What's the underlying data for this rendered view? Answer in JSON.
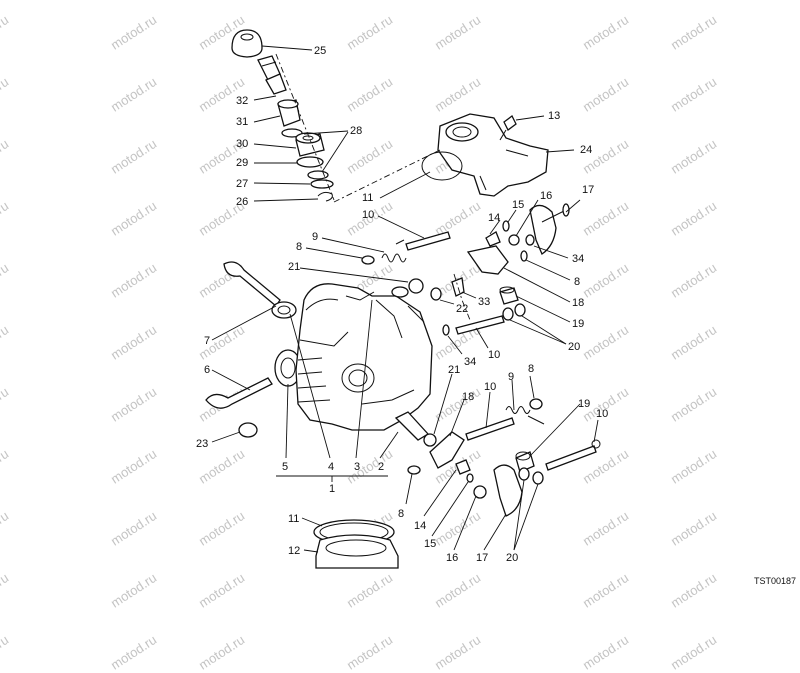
{
  "watermark": "motod.ru",
  "reference_code": "TST00187",
  "callouts": [
    {
      "id": "c25",
      "text": "25"
    },
    {
      "id": "c32",
      "text": "32"
    },
    {
      "id": "c31",
      "text": "31"
    },
    {
      "id": "c30",
      "text": "30"
    },
    {
      "id": "c29",
      "text": "29"
    },
    {
      "id": "c27",
      "text": "27"
    },
    {
      "id": "c26",
      "text": "26"
    },
    {
      "id": "c28",
      "text": "28"
    },
    {
      "id": "c13",
      "text": "13"
    },
    {
      "id": "c24",
      "text": "24"
    },
    {
      "id": "c11a",
      "text": "11"
    },
    {
      "id": "c10a",
      "text": "10"
    },
    {
      "id": "c9a",
      "text": "9"
    },
    {
      "id": "c8a",
      "text": "8"
    },
    {
      "id": "c21a",
      "text": "21"
    },
    {
      "id": "c14a",
      "text": "14"
    },
    {
      "id": "c15a",
      "text": "15"
    },
    {
      "id": "c16a",
      "text": "16"
    },
    {
      "id": "c17a",
      "text": "17"
    },
    {
      "id": "c34a",
      "text": "34"
    },
    {
      "id": "c8b",
      "text": "8"
    },
    {
      "id": "c18a",
      "text": "18"
    },
    {
      "id": "c19a",
      "text": "19"
    },
    {
      "id": "c20a",
      "text": "20"
    },
    {
      "id": "c22",
      "text": "22"
    },
    {
      "id": "c33",
      "text": "33"
    },
    {
      "id": "c10b",
      "text": "10"
    },
    {
      "id": "c34b",
      "text": "34"
    },
    {
      "id": "c7",
      "text": "7"
    },
    {
      "id": "c6",
      "text": "6"
    },
    {
      "id": "c23",
      "text": "23"
    },
    {
      "id": "c5",
      "text": "5"
    },
    {
      "id": "c4",
      "text": "4"
    },
    {
      "id": "c3",
      "text": "3"
    },
    {
      "id": "c2",
      "text": "2"
    },
    {
      "id": "c1",
      "text": "1"
    },
    {
      "id": "c21b",
      "text": "21"
    },
    {
      "id": "c18b",
      "text": "18"
    },
    {
      "id": "c10c",
      "text": "10"
    },
    {
      "id": "c9b",
      "text": "9"
    },
    {
      "id": "c8c",
      "text": "8"
    },
    {
      "id": "c19b",
      "text": "19"
    },
    {
      "id": "c10d",
      "text": "10"
    },
    {
      "id": "c8d",
      "text": "8"
    },
    {
      "id": "c14b",
      "text": "14"
    },
    {
      "id": "c15b",
      "text": "15"
    },
    {
      "id": "c16b",
      "text": "16"
    },
    {
      "id": "c17b",
      "text": "17"
    },
    {
      "id": "c20b",
      "text": "20"
    },
    {
      "id": "c11b",
      "text": "11"
    },
    {
      "id": "c12",
      "text": "12"
    }
  ]
}
